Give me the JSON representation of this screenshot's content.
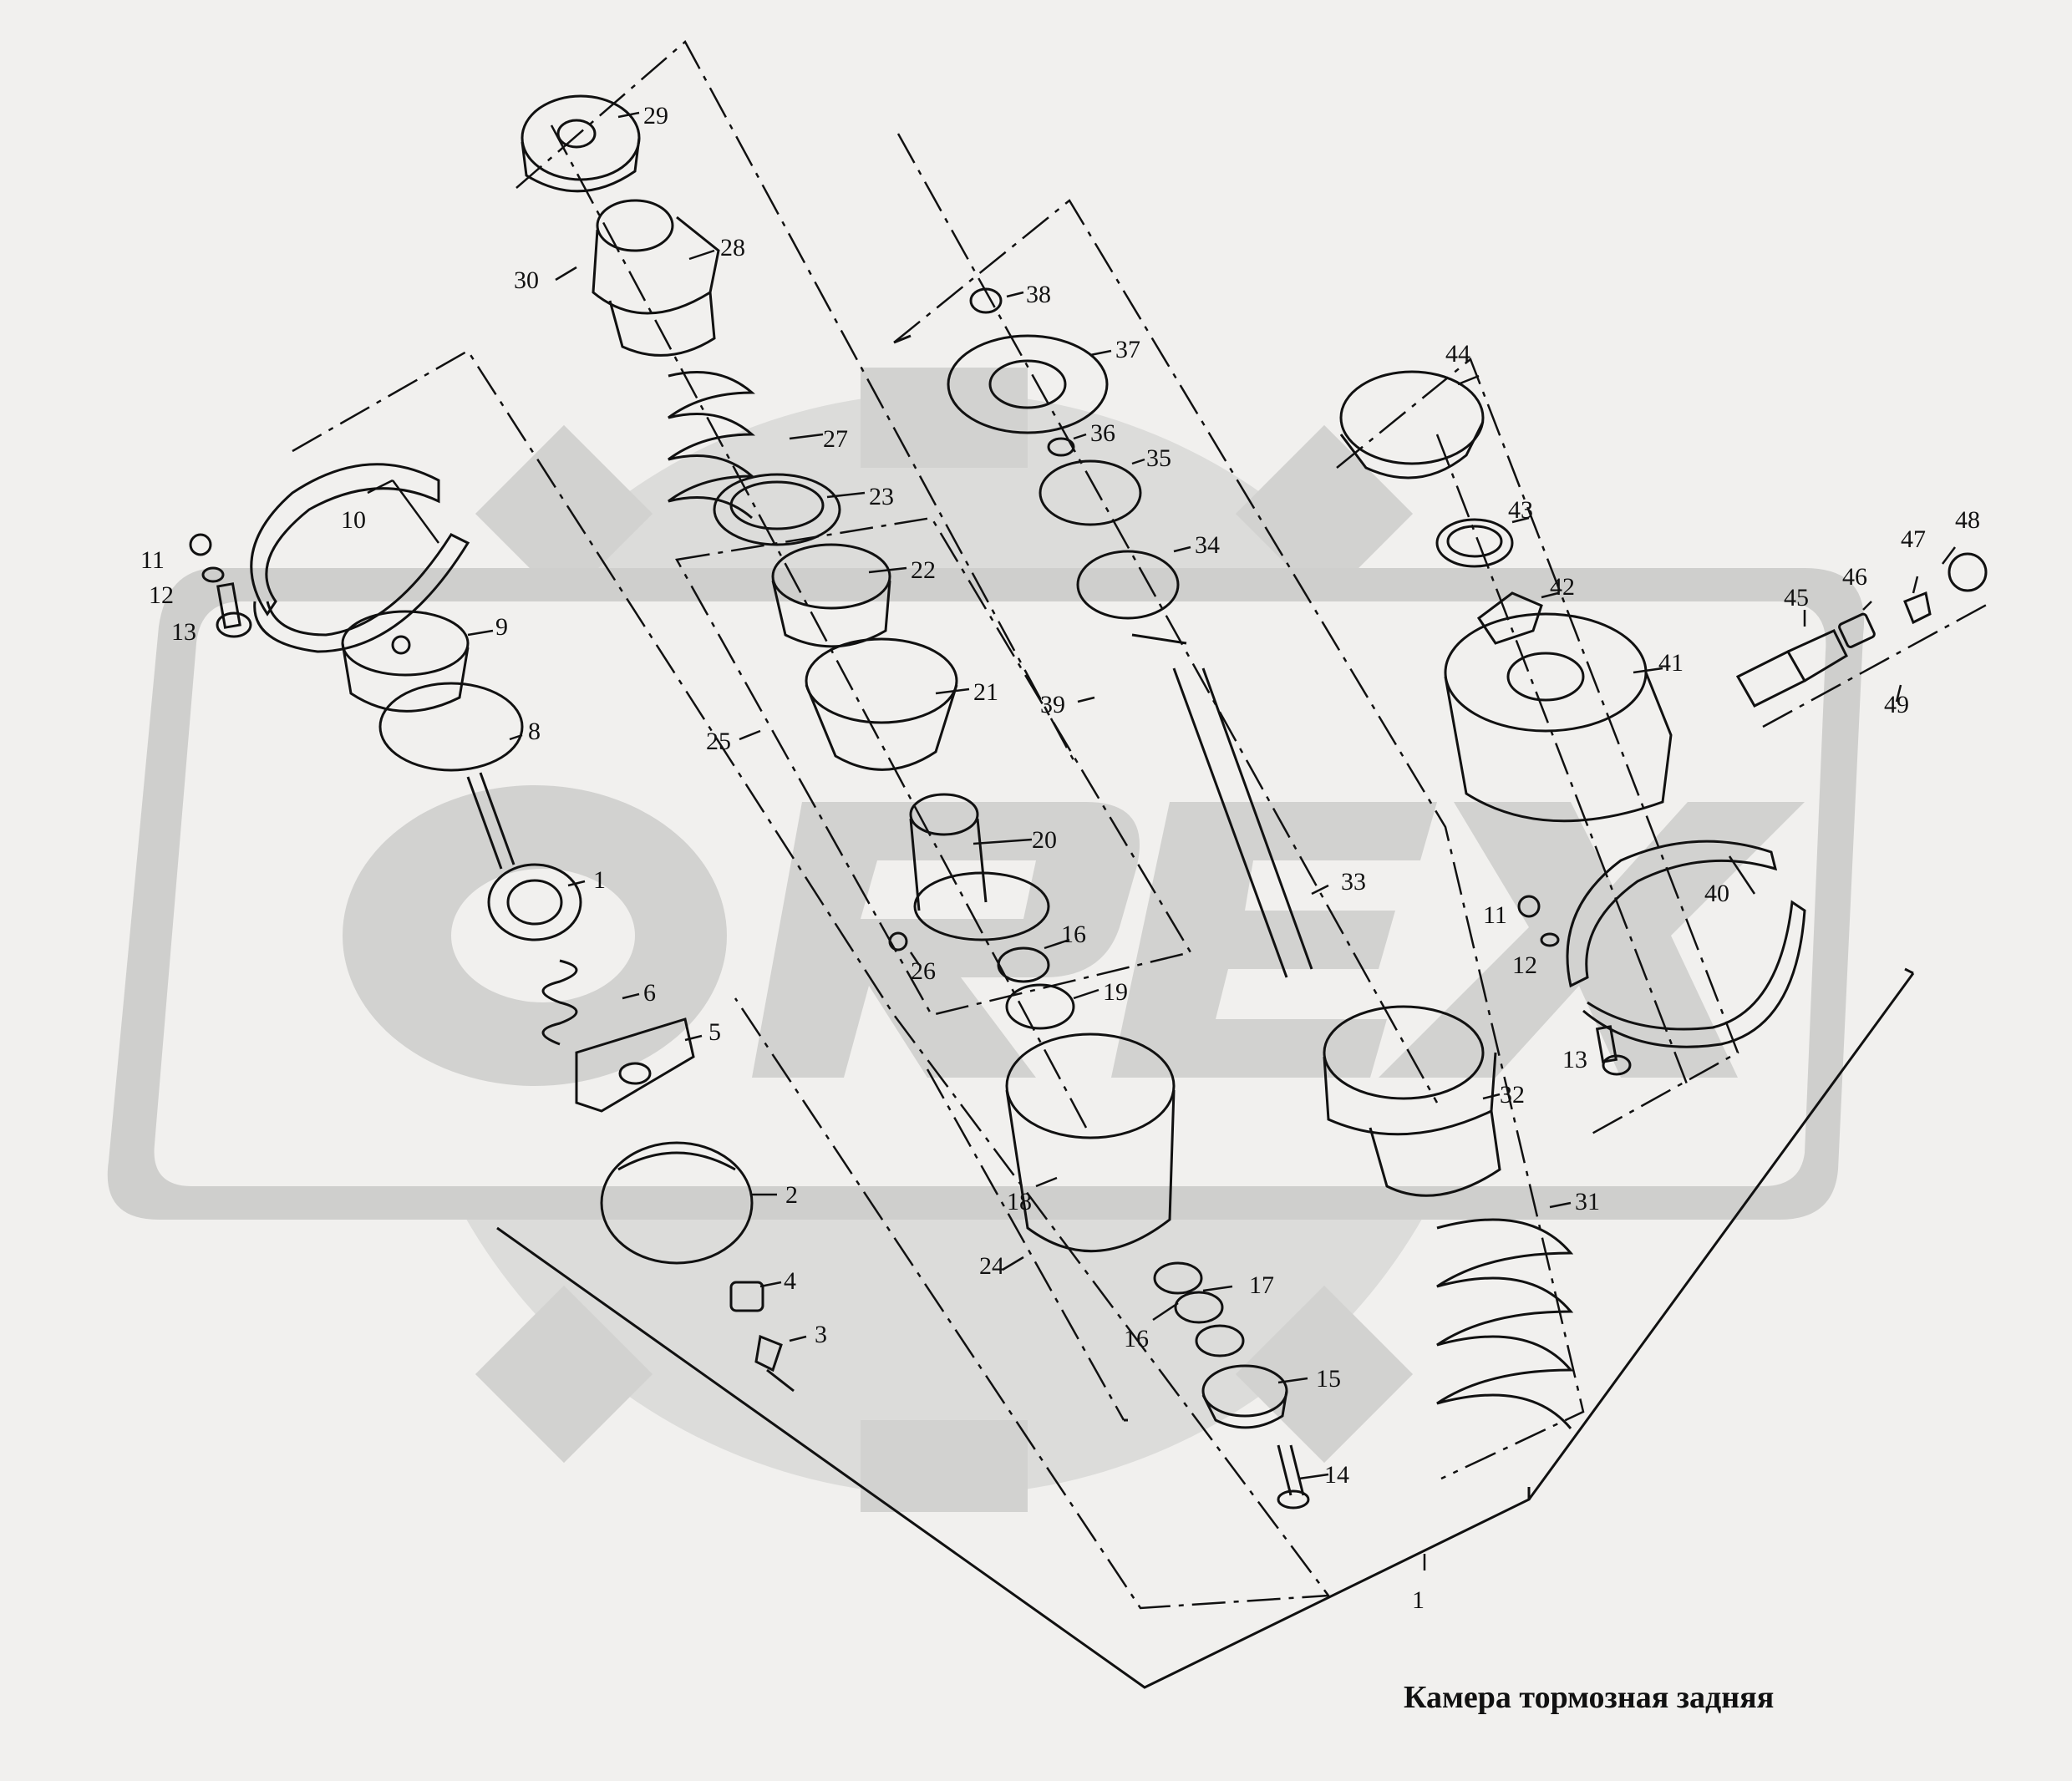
{
  "caption": "Камера тормозная задняя",
  "watermark_text": "OREX",
  "colors": {
    "background": "#f1f0ee",
    "watermark": "#d7d7d5",
    "line": "#111111"
  },
  "part_numbers": [
    "1",
    "2",
    "3",
    "4",
    "5",
    "6",
    "8",
    "9",
    "10",
    "11",
    "12",
    "13",
    "14",
    "15",
    "16",
    "17",
    "18",
    "19",
    "20",
    "21",
    "22",
    "23",
    "24",
    "25",
    "26",
    "27",
    "28",
    "29",
    "30",
    "31",
    "32",
    "33",
    "34",
    "35",
    "36",
    "37",
    "38",
    "39",
    "40",
    "41",
    "42",
    "43",
    "44",
    "45",
    "46",
    "47",
    "48",
    "49"
  ],
  "labels": [
    {
      "id": "l29",
      "text": "29"
    },
    {
      "id": "l28",
      "text": "28"
    },
    {
      "id": "l30",
      "text": "30"
    },
    {
      "id": "l27",
      "text": "27"
    },
    {
      "id": "l23",
      "text": "23"
    },
    {
      "id": "l22",
      "text": "22"
    },
    {
      "id": "l21",
      "text": "21"
    },
    {
      "id": "l25",
      "text": "25"
    },
    {
      "id": "l20",
      "text": "20"
    },
    {
      "id": "l26",
      "text": "26"
    },
    {
      "id": "l16a",
      "text": "16"
    },
    {
      "id": "l19",
      "text": "19"
    },
    {
      "id": "l18",
      "text": "18"
    },
    {
      "id": "l24",
      "text": "24"
    },
    {
      "id": "l17",
      "text": "17"
    },
    {
      "id": "l16b",
      "text": "16"
    },
    {
      "id": "l15",
      "text": "15"
    },
    {
      "id": "l14",
      "text": "14"
    },
    {
      "id": "l10",
      "text": "10"
    },
    {
      "id": "l11a",
      "text": "11"
    },
    {
      "id": "l12a",
      "text": "12"
    },
    {
      "id": "l13a",
      "text": "13"
    },
    {
      "id": "l9",
      "text": "9"
    },
    {
      "id": "l8",
      "text": "8"
    },
    {
      "id": "l1a",
      "text": "1"
    },
    {
      "id": "l6",
      "text": "6"
    },
    {
      "id": "l5",
      "text": "5"
    },
    {
      "id": "l2",
      "text": "2"
    },
    {
      "id": "l4",
      "text": "4"
    },
    {
      "id": "l3",
      "text": "3"
    },
    {
      "id": "l38",
      "text": "38"
    },
    {
      "id": "l37",
      "text": "37"
    },
    {
      "id": "l36",
      "text": "36"
    },
    {
      "id": "l35",
      "text": "35"
    },
    {
      "id": "l34",
      "text": "34"
    },
    {
      "id": "l39",
      "text": "39"
    },
    {
      "id": "l33",
      "text": "33"
    },
    {
      "id": "l32",
      "text": "32"
    },
    {
      "id": "l31",
      "text": "31"
    },
    {
      "id": "l44",
      "text": "44"
    },
    {
      "id": "l43",
      "text": "43"
    },
    {
      "id": "l42",
      "text": "42"
    },
    {
      "id": "l41",
      "text": "41"
    },
    {
      "id": "l40",
      "text": "40"
    },
    {
      "id": "l45",
      "text": "45"
    },
    {
      "id": "l46",
      "text": "46"
    },
    {
      "id": "l47",
      "text": "47"
    },
    {
      "id": "l48",
      "text": "48"
    },
    {
      "id": "l49",
      "text": "49"
    },
    {
      "id": "l11b",
      "text": "11"
    },
    {
      "id": "l12b",
      "text": "12"
    },
    {
      "id": "l13b",
      "text": "13"
    },
    {
      "id": "l1b",
      "text": "1"
    }
  ]
}
